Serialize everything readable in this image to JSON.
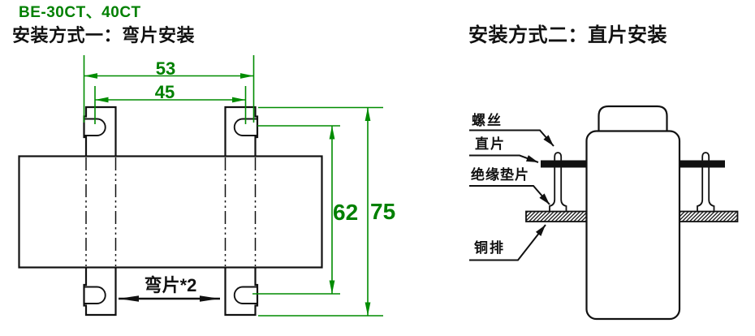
{
  "model": "BE-30CT、40CT",
  "left_diagram": {
    "title": "安装方式一：弯片安装",
    "dim_53": "53",
    "dim_45": "45",
    "dim_62": "62",
    "dim_75": "75",
    "bend_label": "弯片*2"
  },
  "right_diagram": {
    "title": "安装方式二：直片安装",
    "label_screw": "螺丝",
    "label_strip": "直片",
    "label_washer": "绝缘垫片",
    "label_busbar": "铜排"
  },
  "colors": {
    "dimension_green": "#008000",
    "line_green": "#008c00",
    "drawing_black": "#111111",
    "background": "#ffffff"
  }
}
